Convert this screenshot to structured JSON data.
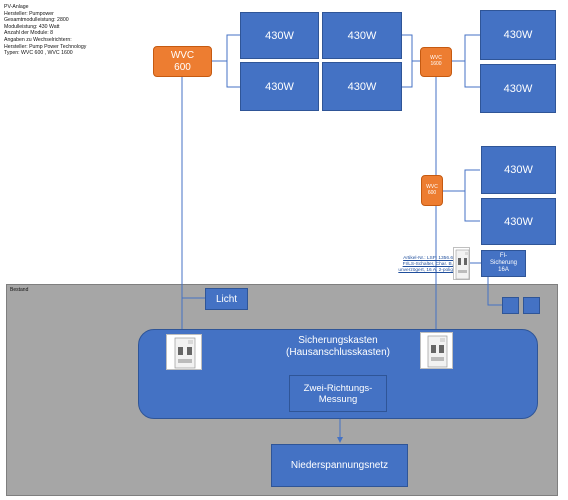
{
  "info": {
    "lines": [
      "PV-Anlage",
      "Hersteller: Pumpower",
      "Gesamtmodulleistung: 2800",
      "Modulleistung: 430 Watt",
      "Anzahl der Module: 8",
      "Angaben zu Wechselrichtern:",
      "Hersteller: Pump Power Technology",
      "Typen: WVC 600 , WVC 1600"
    ]
  },
  "panels": [
    "430W",
    "430W",
    "430W",
    "430W",
    "430W",
    "430W",
    "430W",
    "430W"
  ],
  "inverters": {
    "wvc600_main": [
      "WVC",
      "600"
    ],
    "wvc1600": [
      "WVC",
      "1600"
    ],
    "wvc600_small": [
      "WVC",
      "600"
    ]
  },
  "article": {
    "lines": [
      "Artikel-Nr.: LSFI 1356.6",
      "FI/LS-Schalter, Char. B,",
      "unverzögert, 16 A, 2-polig"
    ]
  },
  "fi": {
    "lines": [
      "FI-",
      "Sicherung",
      "16A"
    ]
  },
  "bestand": {
    "label": "Bestand"
  },
  "licht": {
    "label": "Licht"
  },
  "sicherungskasten": {
    "line1": "Sicherungskasten",
    "line2": "(Hausanschlusskasten)"
  },
  "messung": {
    "line1": "Zwei-Richtungs-",
    "line2": "Messung"
  },
  "netz": {
    "label": "Niederspannungsnetz"
  },
  "colors": {
    "blue": "#4472c4",
    "orange": "#ed7d31",
    "grey": "#a6a6a6",
    "line": "#4472c4"
  }
}
